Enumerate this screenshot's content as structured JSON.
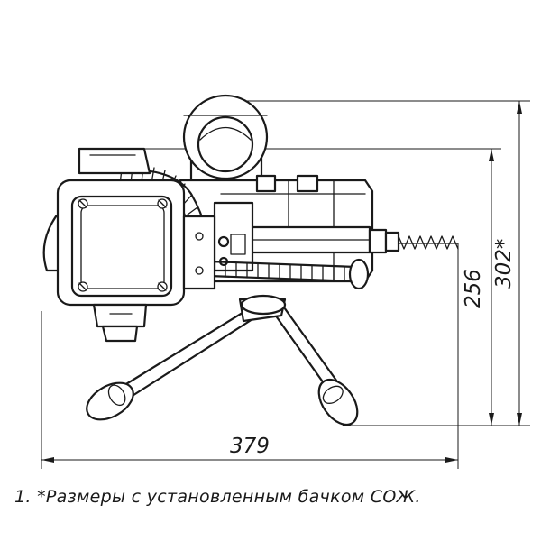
{
  "dimensions": {
    "width": "379",
    "height_body": "256",
    "height_total": "302*"
  },
  "footnote": {
    "number": "1.",
    "text": "*Размеры с установленным бачком СОЖ."
  }
}
